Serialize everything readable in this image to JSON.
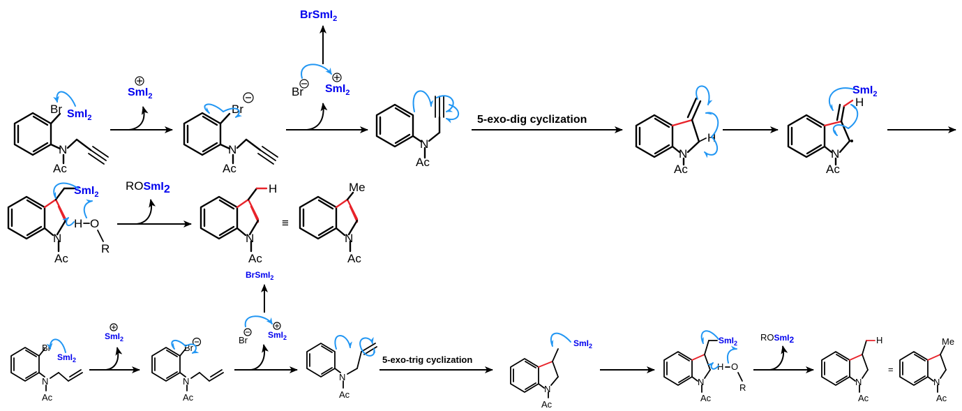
{
  "labels": {
    "br": "Br",
    "n": "N",
    "ac": "Ac",
    "h": "H",
    "o": "O",
    "r": "R",
    "me": "Me",
    "smi2": "SmI",
    "sub2": "2",
    "brsmi2": "BrSmI",
    "ro": "RO",
    "equiv": "≡",
    "eq_sign": "=",
    "exo_dig": "5-exo-dig cyclization",
    "exo_trig": "5-exo-trig cyclization"
  },
  "colors": {
    "reagent": "#0000ee",
    "curly_arrow": "#2196f3",
    "new_bond": "#e8232a",
    "bond": "#000000"
  }
}
